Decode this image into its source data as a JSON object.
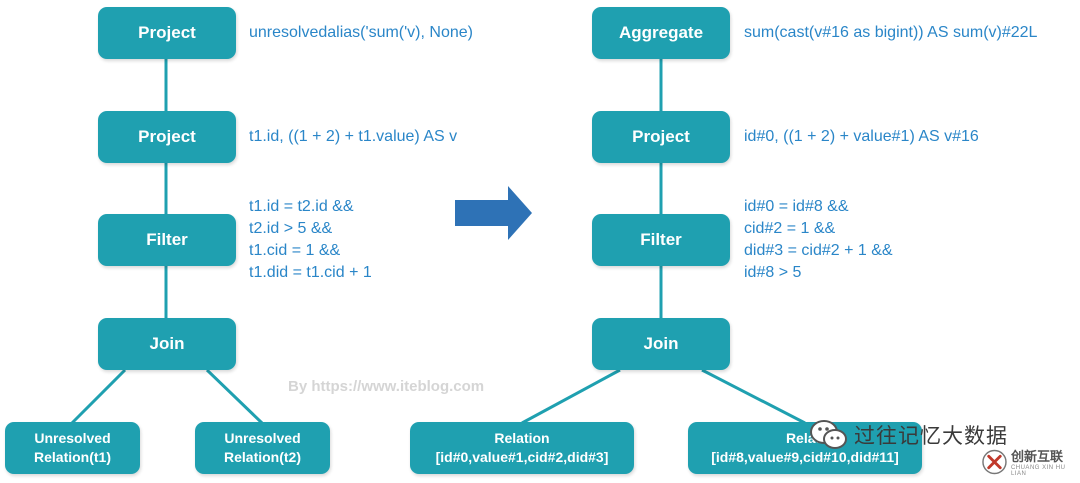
{
  "colors": {
    "node": "#1fa0b0",
    "annotation": "#2a86c8",
    "arrow": "#2e72b6",
    "edge": "#1fa0b0"
  },
  "left": {
    "project_top": "Project",
    "project_top_expr": "unresolvedalias('sum('v), None)",
    "project_mid": "Project",
    "project_mid_expr": "t1.id, ((1 + 2) + t1.value) AS v",
    "filter": "Filter",
    "filter_expr": [
      "t1.id = t2.id &&",
      "t2.id > 5 &&",
      "t1.cid = 1 &&",
      "t1.did = t1.cid + 1"
    ],
    "join": "Join",
    "leaf1": [
      "Unresolved",
      "Relation(t1)"
    ],
    "leaf2": [
      "Unresolved",
      "Relation(t2)"
    ]
  },
  "right": {
    "aggregate": "Aggregate",
    "aggregate_expr": "sum(cast(v#16 as bigint)) AS sum(v)#22L",
    "project": "Project",
    "project_expr": "id#0, ((1 + 2) + value#1) AS v#16",
    "filter": "Filter",
    "filter_expr": [
      "id#0 = id#8 &&",
      "cid#2 = 1 &&",
      "did#3 = cid#2 + 1 &&",
      "id#8 > 5"
    ],
    "join": "Join",
    "leaf1": [
      "Relation",
      "[id#0,value#1,cid#2,did#3]"
    ],
    "leaf2": [
      "Relati",
      "[id#8,value#9,cid#10,did#11]"
    ]
  },
  "watermark": "By https://www.iteblog.com",
  "wechat_label": "过往记忆大数据",
  "brand": {
    "cn": "创新互联",
    "en": "CHUANG XIN HU LIAN"
  }
}
